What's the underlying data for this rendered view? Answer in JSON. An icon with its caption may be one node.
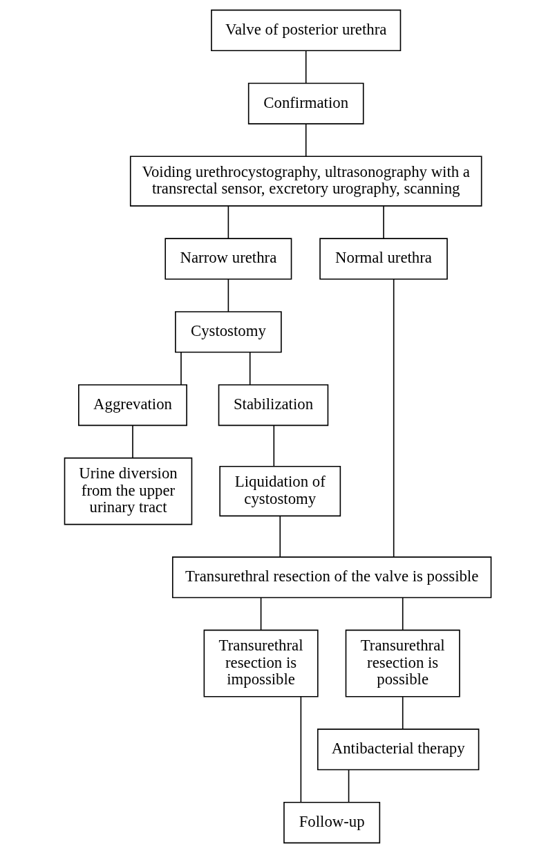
{
  "diagram": {
    "nodes": [
      {
        "text": [
          "Valve of posterior urethra"
        ]
      },
      {
        "text": [
          "Confirmation"
        ]
      },
      {
        "text": [
          "Voiding urethrocystography, ultrasonography with a transrectal sensor, excretory urography, scanning"
        ]
      },
      {
        "text": [
          "Narrow urethra"
        ]
      },
      {
        "text": [
          "Normal urethra"
        ]
      },
      {
        "text": [
          "Cystostomy"
        ]
      },
      {
        "text": [
          "Aggrevation"
        ]
      },
      {
        "text": [
          "Stabilization"
        ]
      },
      {
        "text": [
          "Urine diversion from the upper urinary tract"
        ]
      },
      {
        "text": [
          "Liquidation of cystostomy"
        ]
      },
      {
        "text": [
          "Transurethral resection of the valve is possible"
        ]
      },
      {
        "text": [
          "Transurethral resection is impossible"
        ]
      },
      {
        "text": [
          "Transurethral resection is possible"
        ]
      },
      {
        "text": [
          "Antibacterial therapy"
        ]
      },
      {
        "text": [
          "Follow-up"
        ]
      }
    ],
    "edges": [
      {
        "from": 0,
        "to": 1,
        "arrow": "none"
      },
      {
        "from": 1,
        "to": 2,
        "arrow": "none"
      },
      {
        "from": 2,
        "to": 3,
        "arrow": "none"
      },
      {
        "from": 2,
        "to": 4,
        "arrow": "none"
      },
      {
        "from": 3,
        "to": 5,
        "arrow": "none"
      },
      {
        "from": 5,
        "to": 6,
        "arrow": "none"
      },
      {
        "from": 5,
        "to": 7,
        "arrow": "none"
      },
      {
        "from": 6,
        "to": 8,
        "arrow": "none"
      },
      {
        "from": 7,
        "to": 9,
        "arrow": "none"
      },
      {
        "from": 9,
        "to": 10,
        "arrow": "none"
      },
      {
        "from": 4,
        "to": 10,
        "arrow": "none"
      },
      {
        "from": 10,
        "to": 11,
        "arrow": "none"
      },
      {
        "from": 10,
        "to": 12,
        "arrow": "none"
      },
      {
        "from": 12,
        "to": 13,
        "arrow": "none"
      },
      {
        "from": 11,
        "to": 14,
        "arrow": "none"
      },
      {
        "from": 13,
        "to": 14,
        "arrow": "none"
      }
    ]
  }
}
